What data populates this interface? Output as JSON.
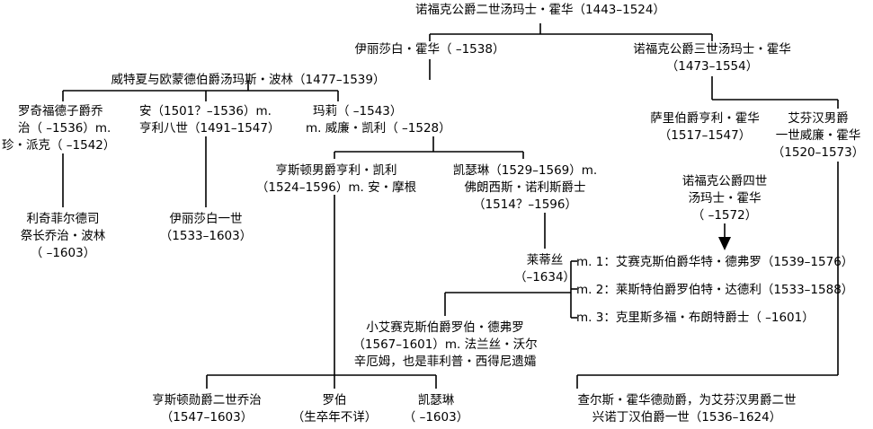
{
  "nodes": {
    "n1": [
      "诺福克公爵二世汤玛士・霍华（1443–1524）"
    ],
    "n2": [
      "伊丽莎白・霍华（ –1538）"
    ],
    "n3": [
      "诺福克公爵三世汤玛士・霍华",
      "（1473–1554）"
    ],
    "n4": [
      "威特夏与欧蒙德伯爵汤玛斯・波林（1477–1539）"
    ],
    "n5": [
      "罗奇福德子爵乔",
      "治（ –1536）m.",
      "珍・派克（ –1542）"
    ],
    "n6": [
      "安（1501？–1536）m.",
      "亨利八世（1491–1547）"
    ],
    "n7": [
      "玛莉（ –1543）",
      "m. 威廉・凯利（ –1528）"
    ],
    "n8": [
      "萨里伯爵亨利・霍华",
      "（1517–1547）"
    ],
    "n9": [
      "艾芬汉男爵",
      "一世威廉・霍华",
      "（1520–1573）"
    ],
    "n10": [
      "亨斯顿男爵亨利・凯利",
      "（1524–1596）m. 安・摩根"
    ],
    "n11": [
      "凯瑟琳（1529–1569）m.",
      "佛朗西斯・诺利斯爵士",
      "（1514？–1596）"
    ],
    "n12": [
      "诺福克公爵四世",
      "汤玛士・霍华",
      "（ –1572）"
    ],
    "n13": [
      "利奇菲尔德司",
      "祭长乔治・波林",
      "（ –1603）"
    ],
    "n14": [
      "伊丽莎白一世",
      "（1533–1603）"
    ],
    "n15": [
      "莱蒂丝",
      "（–1634）"
    ],
    "n16": [
      "m. 1：艾赛克斯伯爵华特・德弗罗（1539–1576）"
    ],
    "n17": [
      "m. 2：莱斯特伯爵罗伯特・达德利（1533–1588）"
    ],
    "n18": [
      "m. 3：克里斯多福・布朗特爵士（ –1601）"
    ],
    "n19": [
      "小艾赛克斯伯爵罗伯・德弗罗",
      "（1567–1601）m. 法兰丝・沃尔",
      "辛厄姆，也是菲利普・西得尼遗孀"
    ],
    "n20": [
      "亨斯顿勋爵二世乔治",
      "（1547–1603）"
    ],
    "n21": [
      "罗伯",
      "（生卒年不详）"
    ],
    "n22": [
      "凯瑟琳",
      "（ –1603）"
    ],
    "n23": [
      "查尔斯・霍华德勋爵，为艾芬汉男爵二世",
      "兴诺丁汉伯爵一世（1536–1624）"
    ]
  }
}
